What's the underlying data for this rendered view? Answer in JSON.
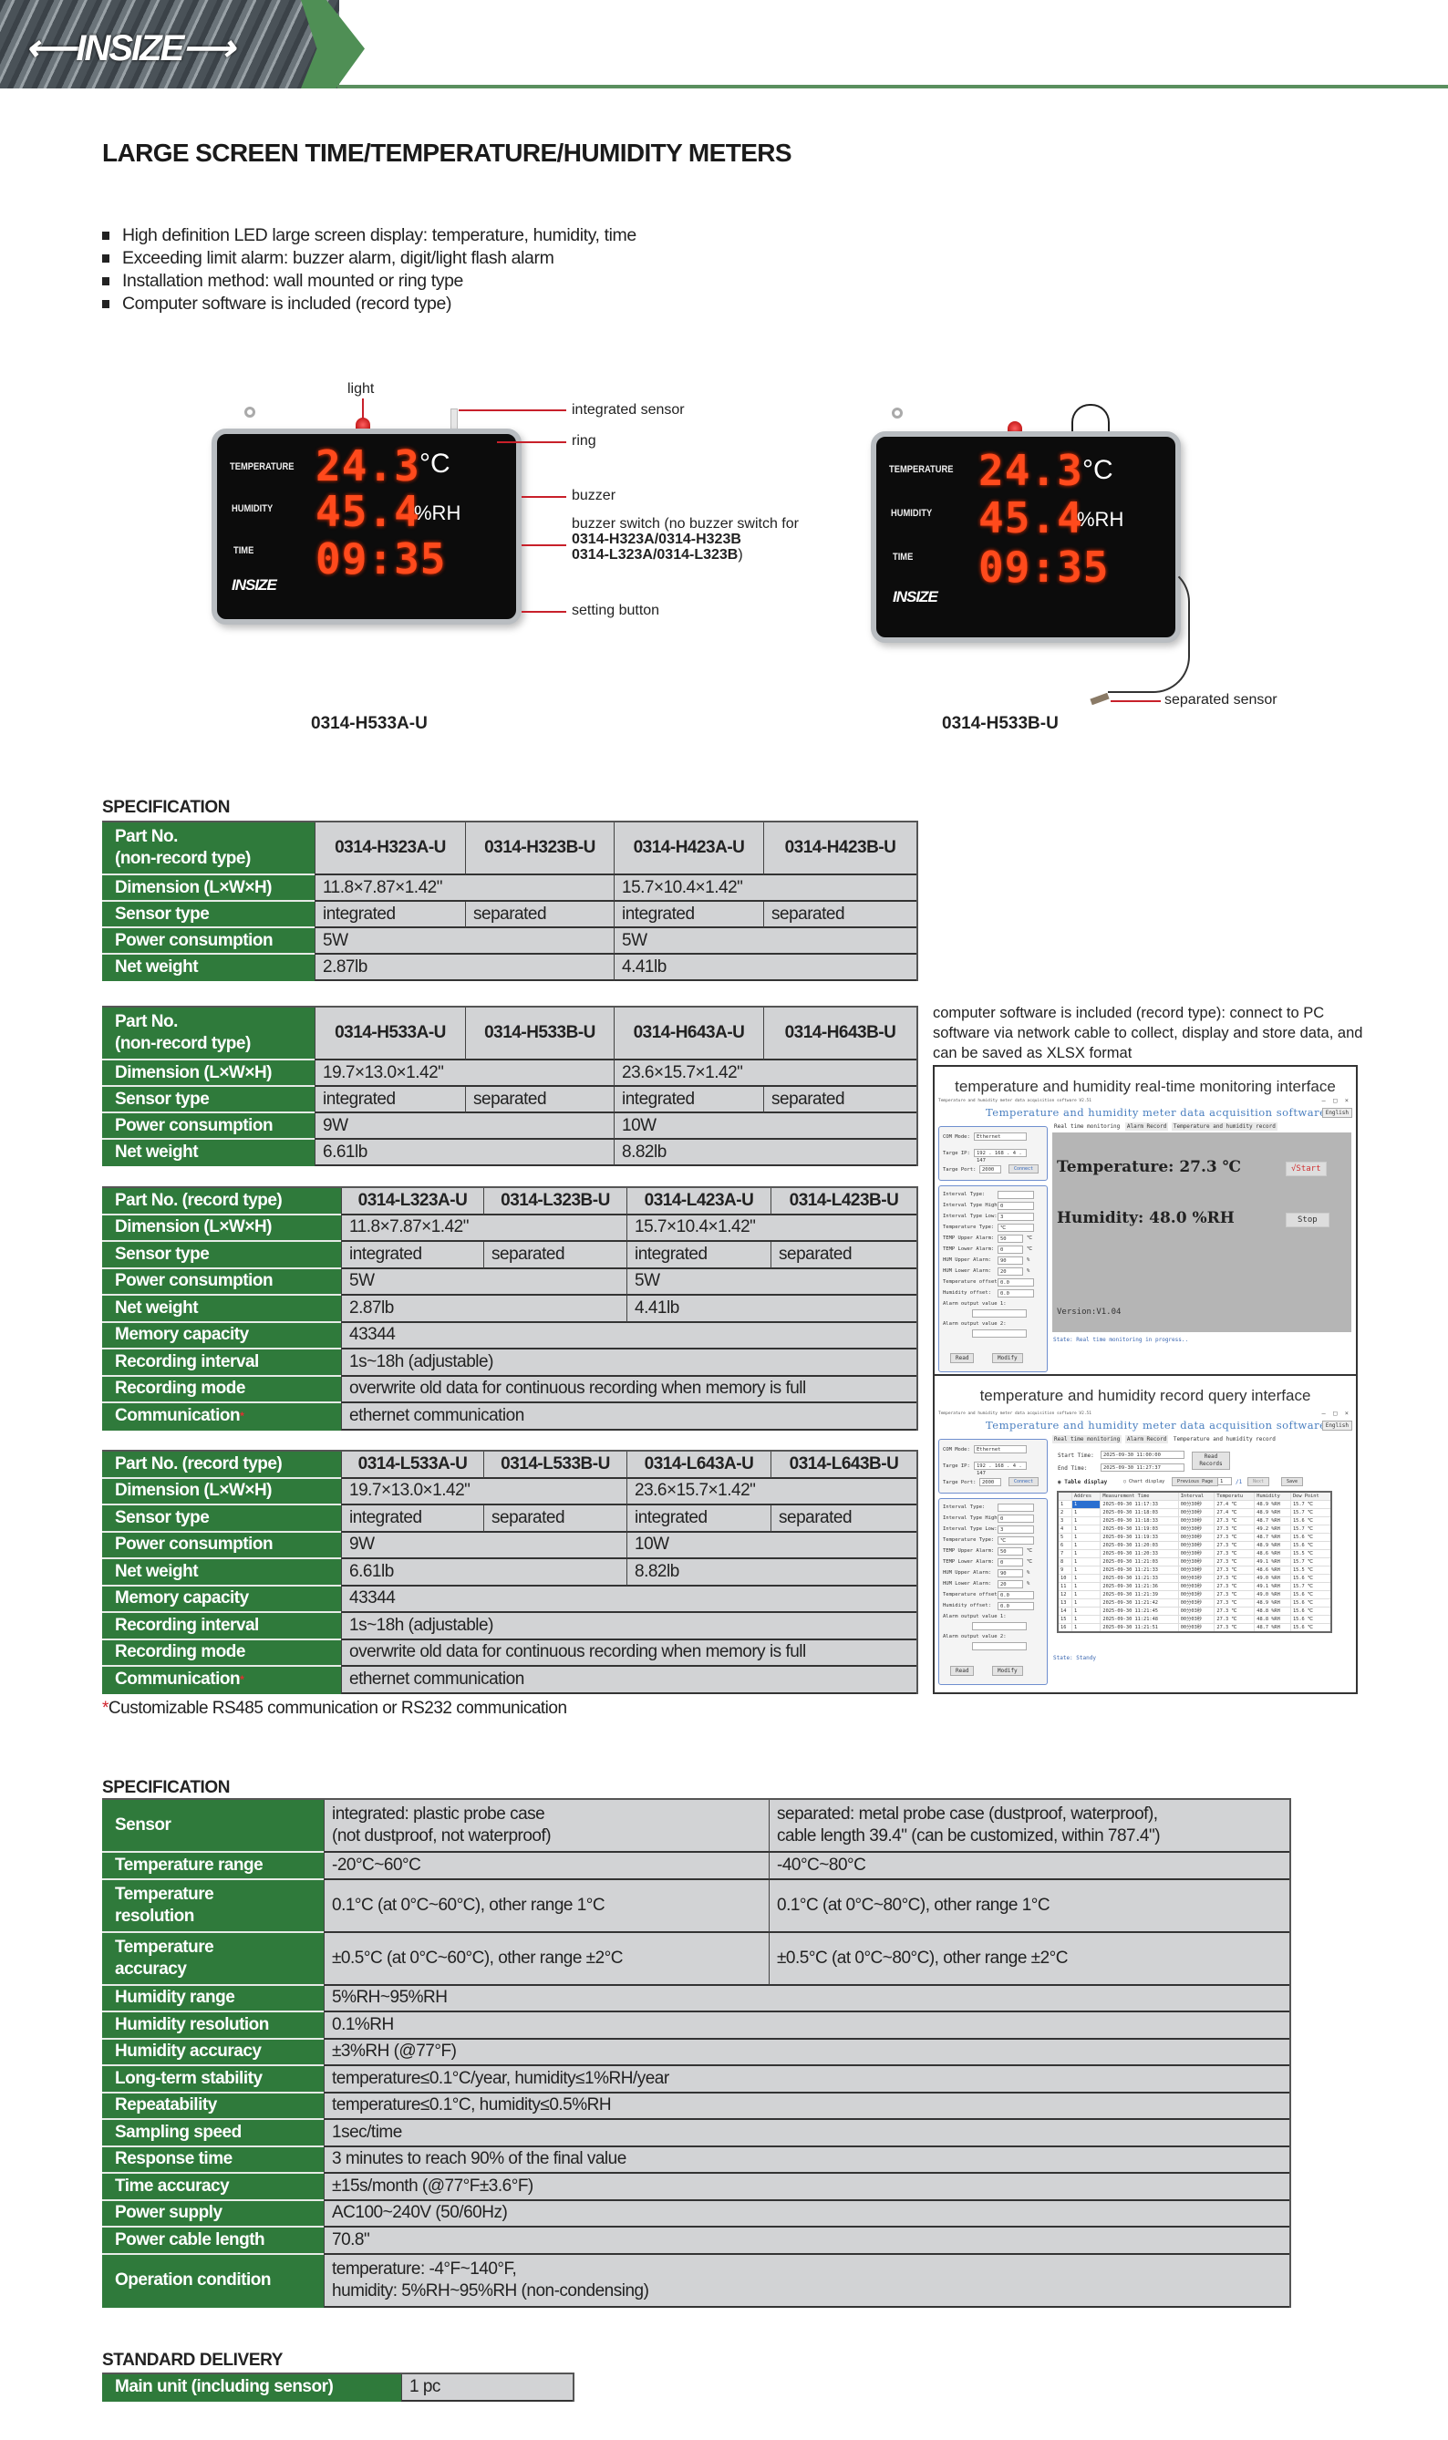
{
  "header": {
    "logo": "INSIZE"
  },
  "title": "LARGE SCREEN TIME/TEMPERATURE/HUMIDITY METERS",
  "bullets": [
    "High definition LED large screen display: temperature, humidity, time",
    "Exceeding limit alarm: buzzer alarm, digit/light flash alarm",
    "Installation method: wall mounted or ring type",
    "Computer software is included (record type)"
  ],
  "device_display": {
    "temp_label": "TEMPERATURE",
    "hum_label": "HUMIDITY",
    "time_label": "TIME",
    "temp": "24.3",
    "hum": "45.4",
    "time": "09:35",
    "temp_unit": "°C",
    "hum_unit": "%RH",
    "logo": "INSIZE"
  },
  "device_a": {
    "model": "0314-H533A-U",
    "callouts": {
      "light": "light",
      "integrated_sensor": "integrated sensor",
      "ring": "ring",
      "buzzer": "buzzer",
      "buzzer_switch": "buzzer switch (no buzzer switch for",
      "buzzer_switch_models1": "0314-H323A/0314-H323B",
      "buzzer_switch_models2": "0314-L323A/0314-L323B",
      "buzzer_switch_close": ")",
      "setting_button": "setting button"
    }
  },
  "device_b": {
    "model": "0314-H533B-U",
    "callouts": {
      "separated_sensor": "separated sensor"
    }
  },
  "spec_heading": "SPECIFICATION",
  "tables": [
    {
      "rows": [
        {
          "label": "Part No.\n(non-record type)",
          "header": true,
          "cells": [
            {
              "t": "0314-H323A-U",
              "s": 1
            },
            {
              "t": "0314-H323B-U",
              "s": 1
            },
            {
              "t": "0314-H423A-U",
              "s": 1
            },
            {
              "t": "0314-H423B-U",
              "s": 1
            }
          ]
        },
        {
          "label": "Dimension (L×W×H)",
          "cells": [
            {
              "t": "11.8×7.87×1.42\"",
              "s": 2
            },
            {
              "t": "15.7×10.4×1.42\"",
              "s": 2
            }
          ]
        },
        {
          "label": "Sensor type",
          "cells": [
            {
              "t": "integrated",
              "s": 1
            },
            {
              "t": "separated",
              "s": 1
            },
            {
              "t": "integrated",
              "s": 1
            },
            {
              "t": "separated",
              "s": 1
            }
          ]
        },
        {
          "label": "Power consumption",
          "cells": [
            {
              "t": "5W",
              "s": 2
            },
            {
              "t": "5W",
              "s": 2
            }
          ]
        },
        {
          "label": "Net weight",
          "cells": [
            {
              "t": "2.87lb",
              "s": 2
            },
            {
              "t": "4.41lb",
              "s": 2
            }
          ]
        }
      ]
    },
    {
      "rows": [
        {
          "label": "Part No.\n(non-record type)",
          "header": true,
          "cells": [
            {
              "t": "0314-H533A-U",
              "s": 1
            },
            {
              "t": "0314-H533B-U",
              "s": 1
            },
            {
              "t": "0314-H643A-U",
              "s": 1
            },
            {
              "t": "0314-H643B-U",
              "s": 1
            }
          ]
        },
        {
          "label": "Dimension (L×W×H)",
          "cells": [
            {
              "t": "19.7×13.0×1.42\"",
              "s": 2
            },
            {
              "t": "23.6×15.7×1.42\"",
              "s": 2
            }
          ]
        },
        {
          "label": "Sensor type",
          "cells": [
            {
              "t": "integrated",
              "s": 1
            },
            {
              "t": "separated",
              "s": 1
            },
            {
              "t": "integrated",
              "s": 1
            },
            {
              "t": "separated",
              "s": 1
            }
          ]
        },
        {
          "label": "Power consumption",
          "cells": [
            {
              "t": "9W",
              "s": 2
            },
            {
              "t": "10W",
              "s": 2
            }
          ]
        },
        {
          "label": "Net weight",
          "cells": [
            {
              "t": "6.61lb",
              "s": 2
            },
            {
              "t": "8.82lb",
              "s": 2
            }
          ]
        }
      ]
    },
    {
      "rows": [
        {
          "label": "Part No. (record type)",
          "header": true,
          "cells": [
            {
              "t": "0314-L323A-U",
              "s": 1
            },
            {
              "t": "0314-L323B-U",
              "s": 1
            },
            {
              "t": "0314-L423A-U",
              "s": 1
            },
            {
              "t": "0314-L423B-U",
              "s": 1
            }
          ]
        },
        {
          "label": "Dimension (L×W×H)",
          "cells": [
            {
              "t": "11.8×7.87×1.42\"",
              "s": 2
            },
            {
              "t": "15.7×10.4×1.42\"",
              "s": 2
            }
          ]
        },
        {
          "label": "Sensor type",
          "cells": [
            {
              "t": "integrated",
              "s": 1
            },
            {
              "t": "separated",
              "s": 1
            },
            {
              "t": "integrated",
              "s": 1
            },
            {
              "t": "separated",
              "s": 1
            }
          ]
        },
        {
          "label": "Power consumption",
          "cells": [
            {
              "t": "5W",
              "s": 2
            },
            {
              "t": "5W",
              "s": 2
            }
          ]
        },
        {
          "label": "Net weight",
          "cells": [
            {
              "t": "2.87lb",
              "s": 2
            },
            {
              "t": "4.41lb",
              "s": 2
            }
          ]
        },
        {
          "label": "Memory capacity",
          "cells": [
            {
              "t": "43344",
              "s": 4
            }
          ]
        },
        {
          "label": "Recording interval",
          "cells": [
            {
              "t": "1s~18h (adjustable)",
              "s": 4
            }
          ]
        },
        {
          "label": "Recording mode",
          "cells": [
            {
              "t": "overwrite old data for continuous recording when memory is full",
              "s": 4
            }
          ]
        },
        {
          "label": "Communication",
          "mark": "*",
          "cells": [
            {
              "t": "ethernet communication",
              "s": 4
            }
          ]
        }
      ]
    },
    {
      "rows": [
        {
          "label": "Part No. (record type)",
          "header": true,
          "cells": [
            {
              "t": "0314-L533A-U",
              "s": 1
            },
            {
              "t": "0314-L533B-U",
              "s": 1
            },
            {
              "t": "0314-L643A-U",
              "s": 1
            },
            {
              "t": "0314-L643B-U",
              "s": 1
            }
          ]
        },
        {
          "label": "Dimension (L×W×H)",
          "cells": [
            {
              "t": "19.7×13.0×1.42\"",
              "s": 2
            },
            {
              "t": "23.6×15.7×1.42\"",
              "s": 2
            }
          ]
        },
        {
          "label": "Sensor type",
          "cells": [
            {
              "t": "integrated",
              "s": 1
            },
            {
              "t": "separated",
              "s": 1
            },
            {
              "t": "integrated",
              "s": 1
            },
            {
              "t": "separated",
              "s": 1
            }
          ]
        },
        {
          "label": "Power consumption",
          "cells": [
            {
              "t": "9W",
              "s": 2
            },
            {
              "t": "10W",
              "s": 2
            }
          ]
        },
        {
          "label": "Net weight",
          "cells": [
            {
              "t": "6.61lb",
              "s": 2
            },
            {
              "t": "8.82lb",
              "s": 2
            }
          ]
        },
        {
          "label": "Memory capacity",
          "cells": [
            {
              "t": "43344",
              "s": 4
            }
          ]
        },
        {
          "label": "Recording interval",
          "cells": [
            {
              "t": "1s~18h (adjustable)",
              "s": 4
            }
          ]
        },
        {
          "label": "Recording mode",
          "cells": [
            {
              "t": "overwrite old data for continuous recording when memory is full",
              "s": 4
            }
          ]
        },
        {
          "label": "Communication",
          "mark": "*",
          "cells": [
            {
              "t": "ethernet communication",
              "s": 4
            }
          ]
        }
      ]
    },
    {
      "rows": [
        {
          "label": "Sensor",
          "cells": [
            {
              "t": "integrated: plastic probe case\n(not dustproof, not waterproof)",
              "s": 1
            },
            {
              "t": "separated: metal probe case (dustproof, waterproof),\ncable length 39.4\" (can be customized, within 787.4\")",
              "s": 1
            }
          ]
        },
        {
          "label": "Temperature range",
          "cells": [
            {
              "t": "-20°C~60°C",
              "s": 1
            },
            {
              "t": "-40°C~80°C",
              "s": 1
            }
          ]
        },
        {
          "label": "Temperature\nresolution",
          "cells": [
            {
              "t": "0.1°C (at 0°C~60°C), other range 1°C",
              "s": 1
            },
            {
              "t": "0.1°C (at 0°C~80°C), other range 1°C",
              "s": 1
            }
          ]
        },
        {
          "label": "Temperature\naccuracy",
          "cells": [
            {
              "t": "±0.5°C (at 0°C~60°C), other range ±2°C",
              "s": 1
            },
            {
              "t": "±0.5°C (at 0°C~80°C), other range ±2°C",
              "s": 1
            }
          ]
        },
        {
          "label": "Humidity range",
          "cells": [
            {
              "t": "5%RH~95%RH",
              "s": 2
            }
          ]
        },
        {
          "label": "Humidity resolution",
          "cells": [
            {
              "t": "0.1%RH",
              "s": 2
            }
          ]
        },
        {
          "label": "Humidity accuracy",
          "cells": [
            {
              "t": "±3%RH (@77°F)",
              "s": 2
            }
          ]
        },
        {
          "label": "Long-term stability",
          "cells": [
            {
              "t": "temperature≤0.1°C/year, humidity≤1%RH/year",
              "s": 2
            }
          ]
        },
        {
          "label": "Repeatability",
          "cells": [
            {
              "t": "temperature≤0.1°C, humidity≤0.5%RH",
              "s": 2
            }
          ]
        },
        {
          "label": "Sampling speed",
          "cells": [
            {
              "t": "1sec/time",
              "s": 2
            }
          ]
        },
        {
          "label": "Response time",
          "cells": [
            {
              "t": "3 minutes to reach 90% of the final value",
              "s": 2
            }
          ]
        },
        {
          "label": "Time accuracy",
          "cells": [
            {
              "t": "±15s/month (@77°F±3.6°F)",
              "s": 2
            }
          ]
        },
        {
          "label": "Power supply",
          "cells": [
            {
              "t": "AC100~240V (50/60Hz)",
              "s": 2
            }
          ]
        },
        {
          "label": "Power cable length",
          "cells": [
            {
              "t": "70.8\"",
              "s": 2
            }
          ]
        },
        {
          "label": "Operation condition",
          "cells": [
            {
              "t": "temperature: -4°F~140°F,\nhumidity: 5%RH~95%RH (non-condensing)",
              "s": 2
            }
          ]
        }
      ]
    },
    {
      "rows": [
        {
          "label": "Main unit (including sensor)",
          "cells": [
            {
              "t": "1 pc",
              "s": 1
            }
          ]
        }
      ]
    }
  ],
  "footnote_mark": "*",
  "footnote": "Customizable RS485 communication or RS232 communication",
  "spec_heading2": "SPECIFICATION",
  "delivery_heading": "STANDARD DELIVERY",
  "software_intro": "computer software is included (record type): connect to PC software via network cable to collect, display and store data, and can be saved as XLSX format",
  "software": {
    "window_title": "Temperature and humidity meter data acquisition software V2.51",
    "heading": "Temperature and humidity meter data acquisition software",
    "language": "English",
    "tabs": [
      "Real time monitoring",
      "Alarm Record",
      "Temperature and humidity record"
    ],
    "conn": [
      {
        "label": "COM Mode:",
        "value": "Ethernet"
      },
      {
        "label": "Targe IP:",
        "value": "192 . 168 . 4 . 147"
      },
      {
        "label": "Targe Port:",
        "value": "2000"
      }
    ],
    "connect": "Connect",
    "fields": [
      {
        "label": "Interval Type:",
        "value": ""
      },
      {
        "label": "Interval Type High:",
        "value": "0"
      },
      {
        "label": "Interval Type Low:",
        "value": "3"
      },
      {
        "label": "Temperature Type:",
        "value": "℃"
      },
      {
        "label": "TEMP Upper Alarm:",
        "value": "50",
        "unit": "℃"
      },
      {
        "label": "TEMP Lower Alarm:",
        "value": "0",
        "unit": "℃"
      },
      {
        "label": "HUM Upper Alarm:",
        "value": "90",
        "unit": "%"
      },
      {
        "label": "HUM Lower Alarm:",
        "value": "20",
        "unit": "%"
      },
      {
        "label": "Temperature offset:",
        "value": "0.0"
      },
      {
        "label": "Humidity offset:",
        "value": "0.0"
      },
      {
        "label": "Alarm output value 1:",
        "value": ""
      },
      {
        "label": "Alarm output value 2:",
        "value": ""
      }
    ],
    "read": "Read",
    "modify": "Modify",
    "realtime": {
      "caption": "temperature and humidity real-time monitoring interface",
      "temperature": "Temperature: 27.3 ℃",
      "humidity": "Humidity: 48.0 %RH",
      "start": "√Start",
      "stop": "Stop",
      "version": "Version:V1.04",
      "state": "State: Real time monitoring in progress.."
    },
    "record": {
      "caption": "temperature and humidity record query interface",
      "start_label": "Start Time:",
      "start_value": "2025-09-30 11:00:00",
      "end_label": "End Time:",
      "end_value": "2025-09-30 11:27:37",
      "read_records": "Read Records",
      "table_display": "◉ Table display",
      "chart_display": "○ Chart display",
      "prev_page": "Previous Page",
      "page": "1",
      "page_total": "/1",
      "next": "Next",
      "save": "Save",
      "state": "State: Standy",
      "columns": [
        "",
        "Addres",
        "Measurement Time",
        "Interval",
        "Temperatu",
        "Humidity",
        "Dew Point"
      ],
      "rows": [
        [
          "1",
          "1",
          "2025-09-30 11:17:33",
          "00分30秒",
          "27.4 ℃",
          "48.9 %RH",
          "15.7 ℃"
        ],
        [
          "2",
          "1",
          "2025-09-30 11:18:03",
          "00分30秒",
          "27.4 ℃",
          "48.9 %RH",
          "15.7 ℃"
        ],
        [
          "3",
          "1",
          "2025-09-30 11:18:33",
          "00分30秒",
          "27.3 ℃",
          "48.7 %RH",
          "15.6 ℃"
        ],
        [
          "4",
          "1",
          "2025-09-30 11:19:03",
          "00分30秒",
          "27.3 ℃",
          "49.2 %RH",
          "15.7 ℃"
        ],
        [
          "5",
          "1",
          "2025-09-30 11:19:33",
          "00分30秒",
          "27.3 ℃",
          "48.7 %RH",
          "15.6 ℃"
        ],
        [
          "6",
          "1",
          "2025-09-30 11:20:03",
          "00分30秒",
          "27.3 ℃",
          "48.9 %RH",
          "15.6 ℃"
        ],
        [
          "7",
          "1",
          "2025-09-30 11:20:33",
          "00分30秒",
          "27.3 ℃",
          "48.6 %RH",
          "15.5 ℃"
        ],
        [
          "8",
          "1",
          "2025-09-30 11:21:03",
          "00分30秒",
          "27.3 ℃",
          "49.1 %RH",
          "15.7 ℃"
        ],
        [
          "9",
          "1",
          "2025-09-30 11:21:33",
          "00分30秒",
          "27.3 ℃",
          "48.6 %RH",
          "15.5 ℃"
        ],
        [
          "10",
          "1",
          "2025-09-30 11:21:33",
          "00分03秒",
          "27.3 ℃",
          "49.0 %RH",
          "15.6 ℃"
        ],
        [
          "11",
          "1",
          "2025-09-30 11:21:36",
          "00分03秒",
          "27.3 ℃",
          "49.1 %RH",
          "15.7 ℃"
        ],
        [
          "12",
          "1",
          "2025-09-30 11:21:39",
          "00分03秒",
          "27.3 ℃",
          "49.0 %RH",
          "15.6 ℃"
        ],
        [
          "13",
          "1",
          "2025-09-30 11:21:42",
          "00分03秒",
          "27.3 ℃",
          "48.9 %RH",
          "15.6 ℃"
        ],
        [
          "14",
          "1",
          "2025-09-30 11:21:45",
          "00分03秒",
          "27.3 ℃",
          "48.8 %RH",
          "15.6 ℃"
        ],
        [
          "15",
          "1",
          "2025-09-30 11:21:48",
          "00分03秒",
          "27.3 ℃",
          "48.8 %RH",
          "15.6 ℃"
        ],
        [
          "16",
          "1",
          "2025-09-30 11:21:51",
          "00分03秒",
          "27.3 ℃",
          "48.7 %RH",
          "15.6 ℃"
        ]
      ]
    }
  },
  "colors": {
    "green": "#2f7a3b",
    "cell_gray": "#d2d3d5",
    "callout_red": "#c8202a",
    "led_red": "#ff4a1c"
  }
}
